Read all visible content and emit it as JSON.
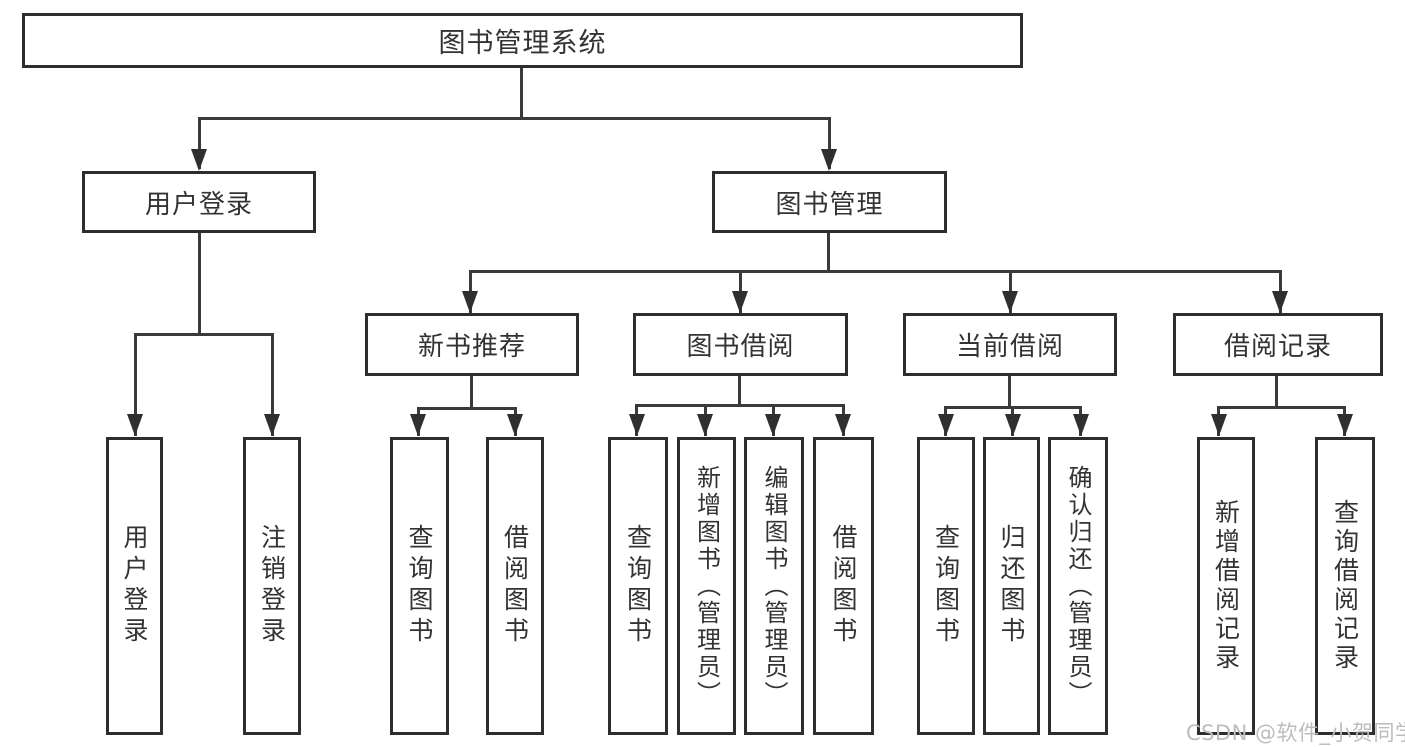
{
  "diagram": {
    "title": "图书管理系统",
    "watermark": "CSDN @软件_小贺同学",
    "nodes": {
      "user_login": "用户登录",
      "book_mgmt": "图书管理",
      "new_book_rec": "新书推荐",
      "book_borrow": "图书借阅",
      "current_borrow": "当前借阅",
      "borrow_records": "借阅记录",
      "user_login_leaf": "用户登录",
      "logout_leaf": "注销登录",
      "nbr_query_book": "查询图书",
      "nbr_borrow_book": "借阅图书",
      "bb_query_book": "查询图书",
      "bb_add_book": "新增图书（管理员）",
      "bb_edit_book": "编辑图书（管理员）",
      "bb_borrow_book": "借阅图书",
      "cb_query_book": "查询图书",
      "cb_return_book": "归还图书",
      "cb_confirm_return": "确认归还（管理员）",
      "br_add_record": "新增借阅记录",
      "br_query_record": "查询借阅记录"
    },
    "hierarchy": {
      "图书管理系统": [
        "用户登录",
        "图书管理"
      ],
      "用户登录": [
        "用户登录",
        "注销登录"
      ],
      "图书管理": [
        "新书推荐",
        "图书借阅",
        "当前借阅",
        "借阅记录"
      ],
      "新书推荐": [
        "查询图书",
        "借阅图书"
      ],
      "图书借阅": [
        "查询图书",
        "新增图书（管理员）",
        "编辑图书（管理员）",
        "借阅图书"
      ],
      "当前借阅": [
        "查询图书",
        "归还图书",
        "确认归还（管理员）"
      ],
      "借阅记录": [
        "新增借阅记录",
        "查询借阅记录"
      ]
    },
    "colors": {
      "line": "#3a3a3a",
      "border": "#2d2d2d",
      "text": "#333333",
      "watermark": "#bdbdbd",
      "background": "#ffffff"
    }
  }
}
